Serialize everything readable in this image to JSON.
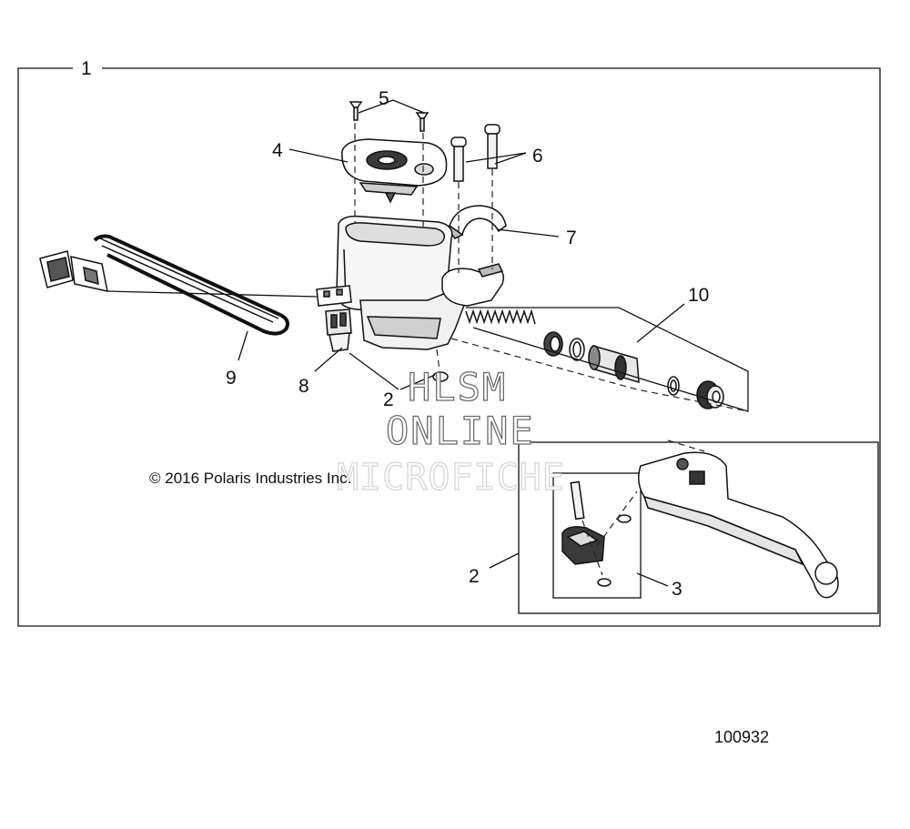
{
  "callouts": {
    "c1": "1",
    "c2a": "2",
    "c2b": "2",
    "c3": "3",
    "c4": "4",
    "c5": "5",
    "c6": "6",
    "c7": "7",
    "c8": "8",
    "c9": "9",
    "c10": "10"
  },
  "copyright": "© 2016 Polaris Industries Inc.",
  "figure_number": "100932",
  "watermark": {
    "line1": "HLSM",
    "line2": "ONLINE",
    "line3": "MICROFICHE"
  }
}
